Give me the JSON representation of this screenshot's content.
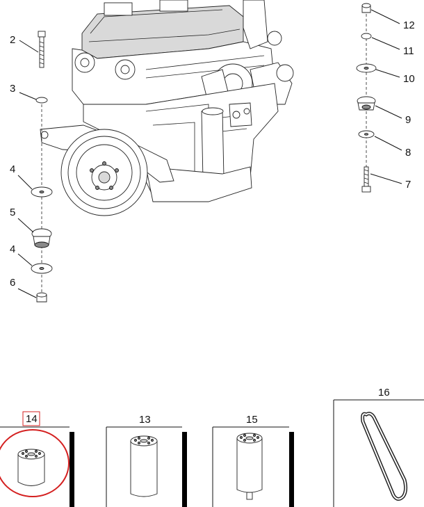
{
  "diagram": {
    "callouts": {
      "c2": "2",
      "c3": "3",
      "c4a": "4",
      "c5": "5",
      "c4b": "4",
      "c6": "6",
      "c12": "12",
      "c11": "11",
      "c10": "10",
      "c9": "9",
      "c8": "8",
      "c7": "7",
      "c14": "14",
      "c13": "13",
      "c15": "15",
      "c16": "16"
    },
    "highlight": {
      "part": "14",
      "color": "#d42020"
    }
  }
}
